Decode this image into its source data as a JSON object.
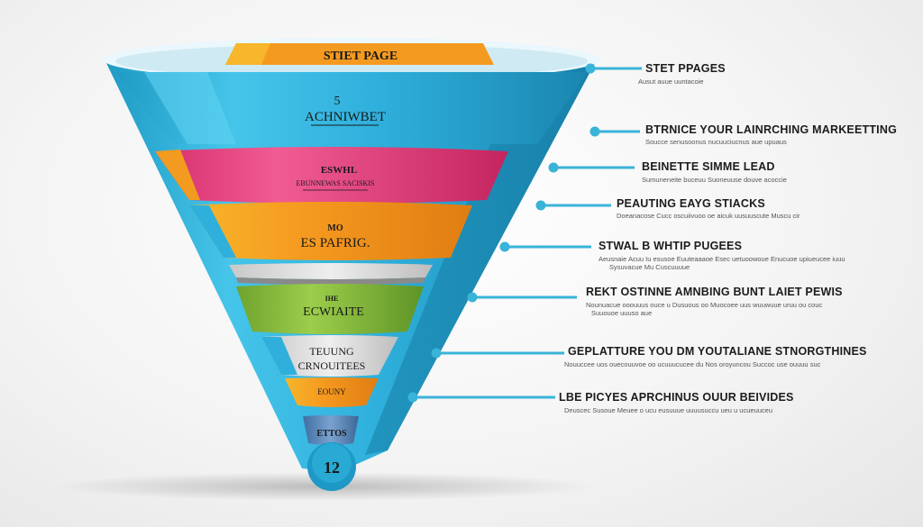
{
  "colors": {
    "cyan": "#39b7dd",
    "cyan_dark": "#1e95bd",
    "orange": "#f39a1f",
    "pink": "#e8437f",
    "green": "#86b93c",
    "grey": "#dcdcdc",
    "blue": "#5a86b8",
    "callout_line": "#3ab3d8"
  },
  "funnel": {
    "top_tab": "STIET PAGE",
    "top_number": "5",
    "top_label": "ACHNIWBET",
    "pink_line1": "ESWHL",
    "pink_line2": "EBUNNEWAS SACISKIS",
    "orange_line1": "MO",
    "orange_line2": "ES PAFRIG.",
    "green_line1": "IHE",
    "green_line2": "ECWIAITE",
    "grey_line1": "TEUUNG",
    "grey_line2": "CRNOUITEES",
    "small_orange": "EOUNY",
    "blue_label": "ETTOS",
    "bottom_number": "12"
  },
  "callouts": [
    {
      "title": "STET PPAGES",
      "desc": "Ausut auue uuntacoie"
    },
    {
      "title": "BTRNICE YOUR LAINRCHING MARKEETTING",
      "desc": "Soucce senusoonus nucuuciucnus aue upuaus"
    },
    {
      "title": "BEINETTE SIMME LEAD",
      "desc": "Sumuneneite buceuu Suoneuuse douve acoccie"
    },
    {
      "title": "PEAUTING EAYG STIACKS",
      "desc": "Doeanacose Cucc oscuiivuoo oe aicuk uusuuscute Muscu cir"
    },
    {
      "title": "STWAL B WHTIP PUGEES",
      "desc": "Aeusnaie Acuu Iu esusoe Euuteaaaoe Esec uetuoowoue Enucuoe upiueucee iuuu",
      "desc2": "Sysuvacue Mu Cuscuuuue"
    },
    {
      "title": "REKT OSTINNE AMNBING BUNT LAIET PEWIS",
      "desc": "Nounuacue ooouuus ouce u Dusuous oo Muocoee uus wuuwuue uruu ou couc",
      "desc2": "Suuouoe uuuso aue"
    },
    {
      "title": "GEPLATTURE YOU DM YOUTALIANE STNORGTHINES",
      "desc": "Nouuccee uos ouecouuvoe oo ucuuucucee du Nos oroyuncou Succoc use ouuuu suc"
    },
    {
      "title": "LBE PICYES APRCHINUS OUUR BEIVIDES",
      "desc": "Deuscec Susoue Meuee o ucu eusuuue uuuusuccu ueu u ucueuuceu"
    }
  ]
}
